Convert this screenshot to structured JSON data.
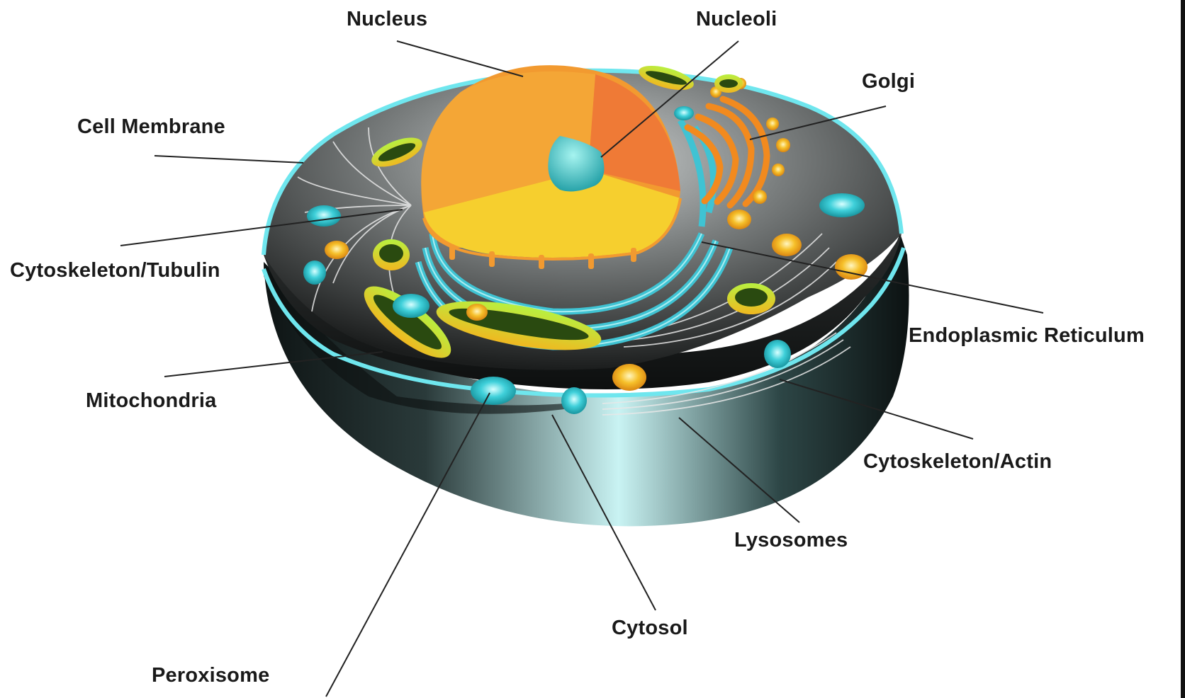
{
  "labels": {
    "nucleus": "Nucleus",
    "nucleoli": "Nucleoli",
    "golgi": "Golgi",
    "cell_membrane": "Cell Membrane",
    "cytoskeleton_tubulin": "Cytoskeleton/Tubulin",
    "endoplasmic_reticulum": "Endoplasmic Reticulum",
    "mitochondria": "Mitochondria",
    "cytoskeleton_actin": "Cytoskeleton/Actin",
    "lysosomes": "Lysosomes",
    "cytosol": "Cytosol",
    "peroxisome": "Peroxisome"
  },
  "colors": {
    "membrane": "#6fe6ee",
    "cytoplasm": "#5a5a5a",
    "nucleus_outer": "#f29a30",
    "nucleus_inner": "#f6cf2e",
    "nucleolus": "#3cc6c6",
    "er": "#3fc3d3",
    "golgi": "#f28a1e",
    "mitochondria": "#8ed32a",
    "lysosome": "#f5b81e",
    "peroxisome": "#29c4cf"
  }
}
